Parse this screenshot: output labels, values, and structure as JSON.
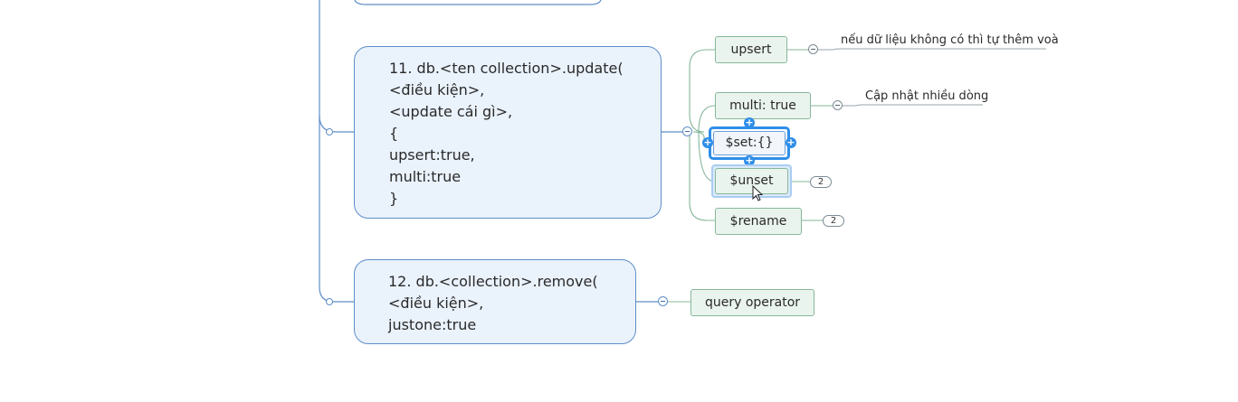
{
  "node11": {
    "lines": [
      "11. db.<ten collection>.update(",
      "<điều kiện>,",
      "<update cái gì>,",
      "{",
      "upsert:true,",
      "multi:true",
      "}"
    ]
  },
  "node12": {
    "lines": [
      "12. db.<collection>.remove(",
      "<điều kiện>,",
      "justone:true"
    ]
  },
  "subtopics": {
    "upsert": "upsert",
    "multi": "multi: true",
    "set": "$set:{}",
    "unset": "$unset",
    "rename": "$rename",
    "query": "query operator"
  },
  "notes": {
    "upsert_note": "nếu dữ liệu không có thì tự thêm voà",
    "multi_note": "Cập nhật nhiều dòng"
  },
  "badges": {
    "unset_count": "2",
    "rename_count": "2"
  },
  "icons": {
    "collapse": "collapse-icon",
    "handle": "plus-handle-icon",
    "cursor": "mouse-pointer-icon"
  },
  "colors": {
    "topic_fill": "#eaf2fc",
    "topic_border": "#5e8ec8",
    "subtopic_fill": "#eaf4ee",
    "subtopic_border": "#86b79a",
    "selection": "#2f8ee8"
  }
}
